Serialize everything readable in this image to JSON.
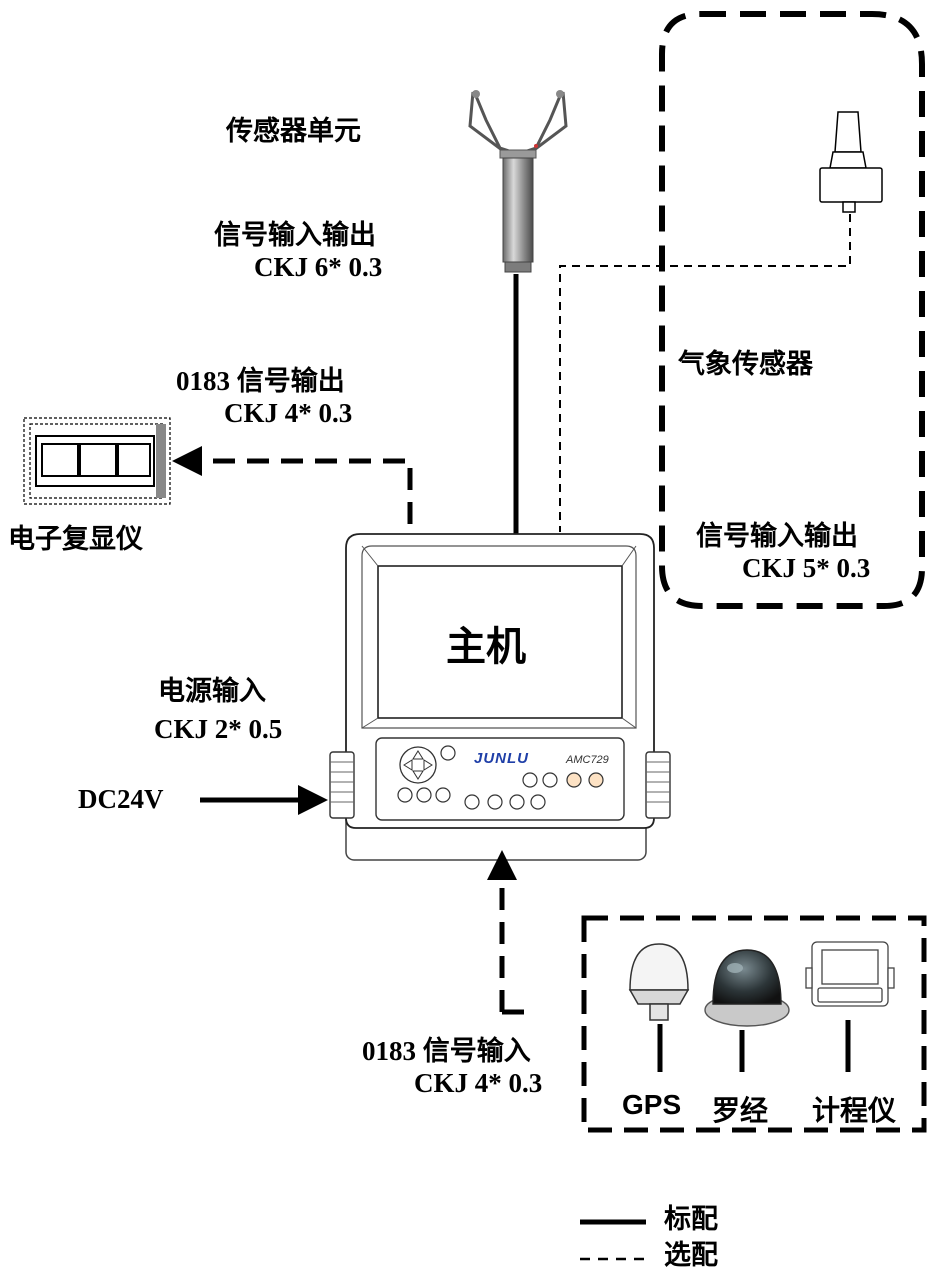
{
  "labels": {
    "sensor_unit": "传感器单元",
    "sensor_io_title": "信号输入输出",
    "sensor_io_cable": "CKJ 6* 0.3",
    "weather_sensor": "气象传感器",
    "weather_io_title": "信号输入输出",
    "weather_io_cable": "CKJ 5* 0.3",
    "nmea_out_title": "0183 信号输出",
    "nmea_out_cable": "CKJ 4* 0.3",
    "repeater": "电子复显仪",
    "host": "主机",
    "power_in_title": "电源输入",
    "power_in_cable": "CKJ 2* 0.5",
    "dc_source": "DC24V",
    "nmea_in_title": "0183 信号输入",
    "nmea_in_cable": "CKJ 4* 0.3",
    "gps": "GPS",
    "compass": "罗经",
    "log": "计程仪"
  },
  "panel": {
    "brand": "JUNLU",
    "model": "AMC729"
  },
  "legend": [
    {
      "style": "solid",
      "label": "标配"
    },
    {
      "style": "dashed",
      "label": "选配"
    }
  ]
}
